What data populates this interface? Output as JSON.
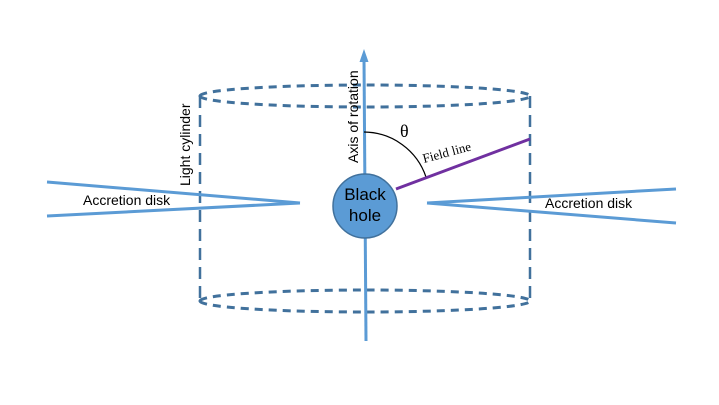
{
  "labels": {
    "black_hole_line1": "Black",
    "black_hole_line2": "hole",
    "axis_of_rotation": "Axis of rotation",
    "theta": "θ",
    "field_line": "Field line",
    "light_cylinder": "Light cylinder",
    "accretion_disk_left": "Accretion disk",
    "accretion_disk_right": "Accretion disk"
  },
  "colors": {
    "disk_blue": "#5b9bd5",
    "cylinder_blue": "#41719c",
    "black_hole_fill": "#5b9bd5",
    "black_hole_stroke": "#41719c",
    "field_line": "#7030a0",
    "text": "#000000"
  }
}
